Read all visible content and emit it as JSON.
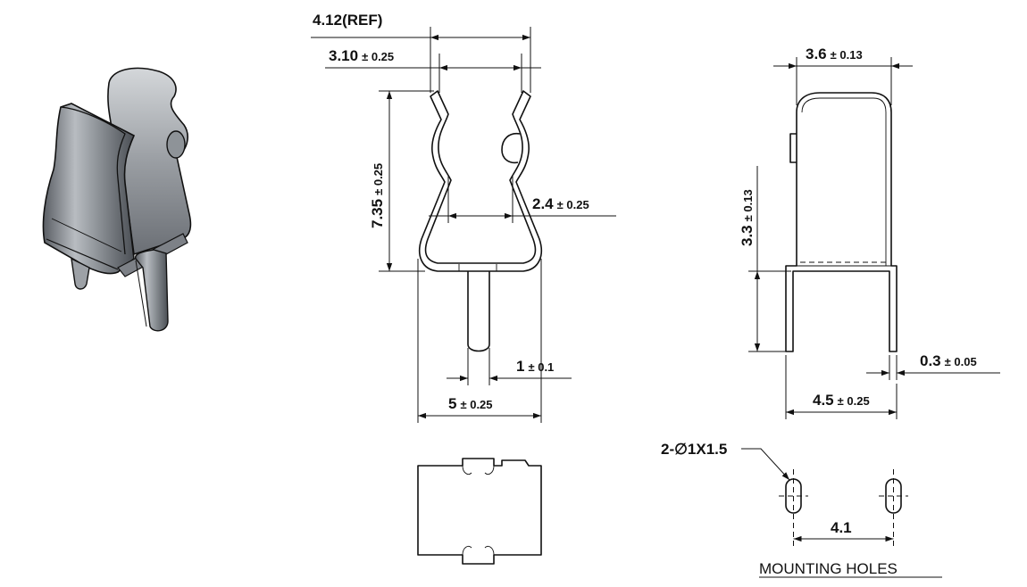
{
  "colors": {
    "line": "#111111",
    "metal_light": "#c9ccd0",
    "metal_mid": "#8e9398",
    "metal_dark": "#4b4f55",
    "background": "#ffffff"
  },
  "front_view": {
    "dim_overall_width_ref": {
      "value": "4.12(REF)"
    },
    "dim_opening": {
      "value": "3.10",
      "tolerance": "± 0.25"
    },
    "dim_height": {
      "value": "7.35",
      "tolerance": "± 0.25"
    },
    "dim_throat": {
      "value": "2.4",
      "tolerance": "± 0.25"
    },
    "dim_pin_width": {
      "value": "1",
      "tolerance": "± 0.1"
    },
    "dim_base_width": {
      "value": "5",
      "tolerance": "± 0.25"
    }
  },
  "side_view": {
    "dim_top_width": {
      "value": "3.6",
      "tolerance": "± 0.13"
    },
    "dim_body_height": {
      "value": "3.3",
      "tolerance": "± 0.13"
    },
    "dim_pin_thickness": {
      "value": "0.3",
      "tolerance": "± 0.05"
    },
    "dim_leg_span": {
      "value": "4.5",
      "tolerance": "± 0.25"
    }
  },
  "mounting_holes": {
    "callout": "2-∅1X1.5",
    "spacing": "4.1",
    "title": "MOUNTING HOLES"
  }
}
